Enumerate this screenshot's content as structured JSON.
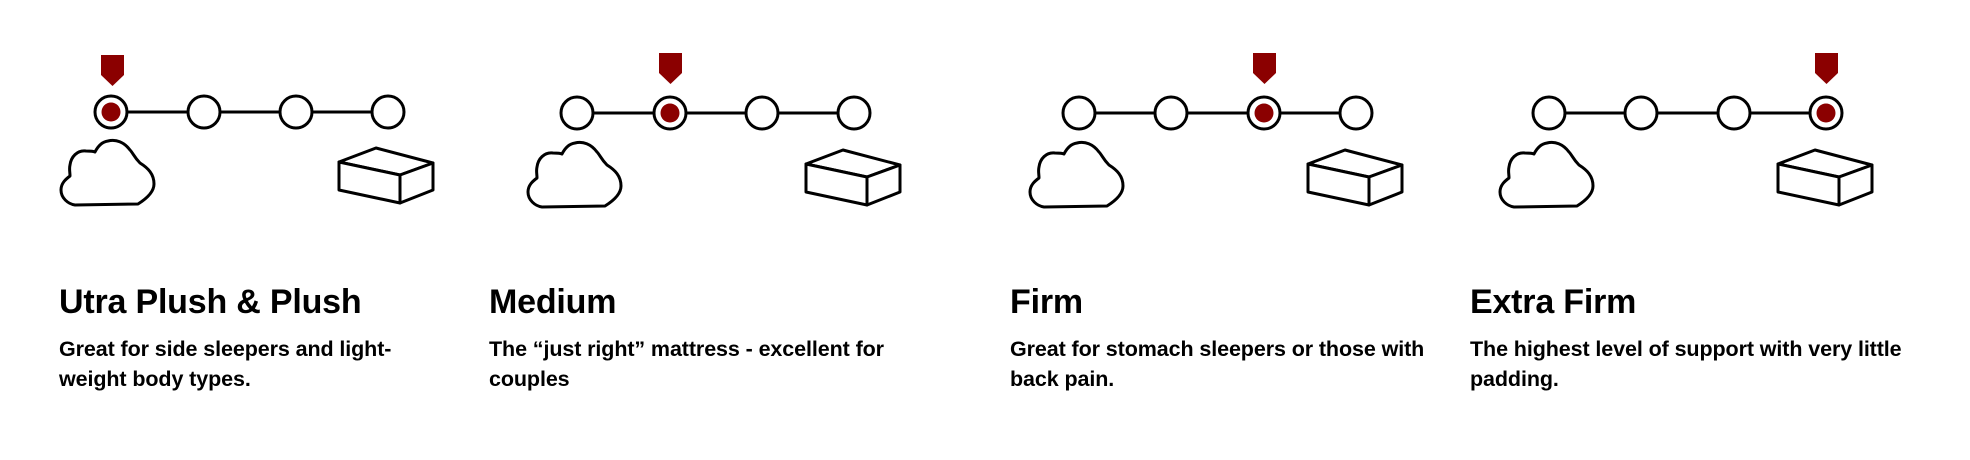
{
  "colors": {
    "accent": "#8b0000",
    "stroke": "#000000",
    "background": "#ffffff"
  },
  "scale": {
    "levels": 4,
    "left_icon": "cloud-icon",
    "right_icon": "box-icon",
    "marker_icon": "pointer-marker-icon"
  },
  "panels": [
    {
      "title": "Utra Plush & Plush",
      "description": "Great for side sleepers and light-weight body types.",
      "selected_level": 1
    },
    {
      "title": "Medium",
      "description": "The “just right” mattress -  excellent for couples",
      "selected_level": 2
    },
    {
      "title": "Firm",
      "description": "Great for stomach sleepers or those with back pain.",
      "selected_level": 3
    },
    {
      "title": "Extra Firm",
      "description": "The highest level of support with very little padding.",
      "selected_level": 4
    }
  ]
}
